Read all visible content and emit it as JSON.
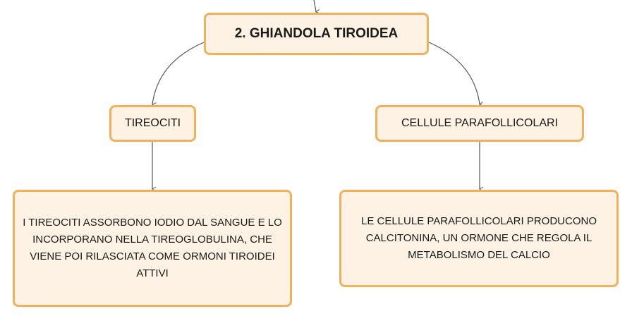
{
  "root": {
    "label": "2. GHIANDOLA TIROIDEA"
  },
  "branches": [
    {
      "label": "TIREOCITI",
      "detail": "I TIREOCITI ASSORBONO IODIO DAL SANGUE E LO INCORPORANO NELLA TIREOGLOBULINA, CHE VIENE POI RILASCIATA COME ORMONI TIROIDEI ATTIVI"
    },
    {
      "label": "CELLULE PARAFOLLICOLARI",
      "detail": "LE CELLULE PARAFOLLICOLARI PRODUCONO CALCITONINA, UN ORMONE CHE REGOLA IL METABOLISMO DEL CALCIO"
    }
  ],
  "colors": {
    "node_fill": "#fdf2e4",
    "node_border": "#f2b05a",
    "connector": "#555555"
  }
}
